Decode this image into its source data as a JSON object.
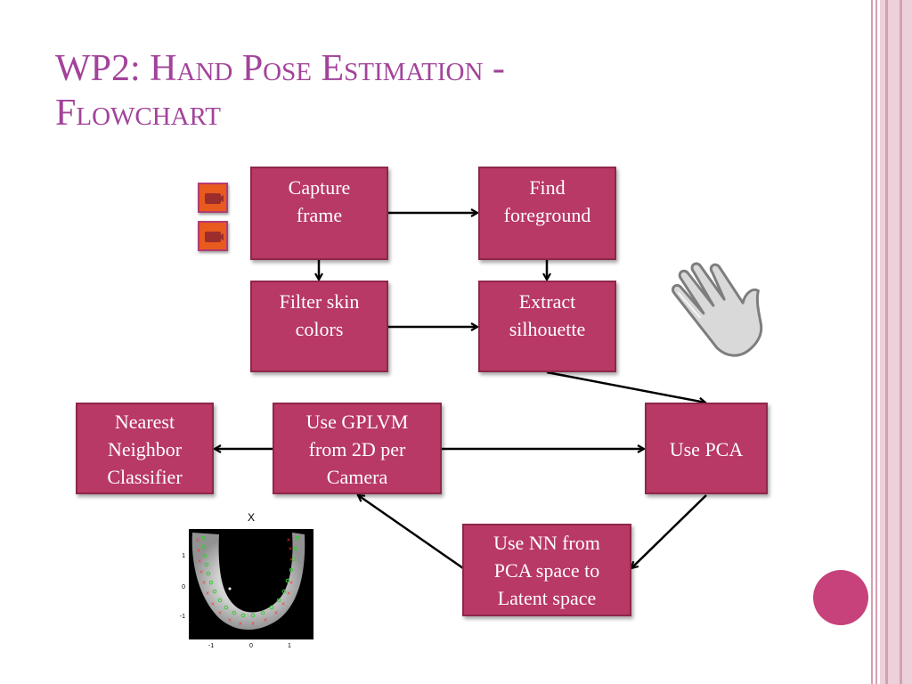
{
  "title": [
    "WP2: Hand Pose Estimation -",
    "Flowchart"
  ],
  "boxes": {
    "capture": [
      "Capture",
      "frame"
    ],
    "foreground": [
      "Find",
      "foreground"
    ],
    "filter": [
      "Filter skin",
      "colors"
    ],
    "silhouette": [
      "Extract",
      "silhouette"
    ],
    "pca": [
      "Use PCA"
    ],
    "gplvm": [
      "Use GPLVM",
      "from 2D per",
      "Camera"
    ],
    "nearest": [
      "Nearest",
      "Neighbor",
      "Classifier"
    ],
    "nn": [
      "Use NN from",
      "PCA space to",
      "Latent space"
    ]
  },
  "plot": {
    "title": "X",
    "y_ticks": [
      "1",
      "0",
      "-1"
    ],
    "x_ticks": [
      "-1",
      "0",
      "1"
    ]
  },
  "icons": [
    "camera-icon",
    "camera-icon",
    "hand-icon"
  ],
  "colors": {
    "box": "#b83866",
    "title": "#a2439a",
    "accent_circle": "#c7427a"
  }
}
